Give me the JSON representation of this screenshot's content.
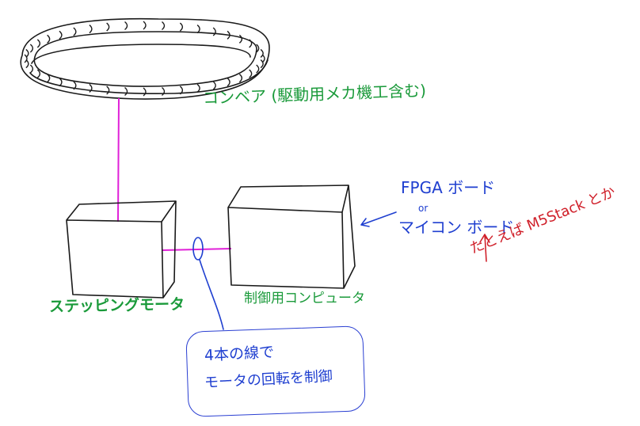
{
  "diagram": {
    "conveyor": {
      "label": "コンベア (駆動用メカ機工含む)"
    },
    "stepper_motor": {
      "label": "ステッピングモータ"
    },
    "control_computer": {
      "label": "制御用コンピュータ"
    },
    "board_options": {
      "fpga": "FPGA ボード",
      "or": "or",
      "mcu": "マイコン ボード"
    },
    "example": {
      "label": "たとえば M5Stack とか"
    },
    "wire_note": {
      "line1": "4本の線で",
      "line2": "モータの回転を制御"
    },
    "colors": {
      "label_green": "#1a9a3a",
      "label_blue": "#1f3fd0",
      "label_red": "#d0202a",
      "wire_magenta": "#e020d8",
      "sketch_black": "#1a1a1a"
    }
  }
}
